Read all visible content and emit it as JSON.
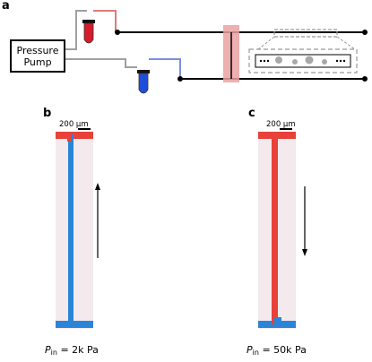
{
  "panel_a": {
    "label": "a",
    "pump_line1": "Pressure",
    "pump_line2": "Pump"
  },
  "panel_b": {
    "label": "b",
    "scale_bar": "200 µm",
    "caption_symbol": "P",
    "caption_sub": "in",
    "caption_value": "= 2k Pa",
    "flow_direction": "up"
  },
  "panel_c": {
    "label": "c",
    "scale_bar": "200 µm",
    "caption_symbol": "P",
    "caption_sub": "in",
    "caption_value": "= 50k Pa",
    "flow_direction": "down"
  },
  "colors": {
    "red_fluid": "#e8413a",
    "blue_fluid": "#2a85d8",
    "grey_tubing": "#a0a0a0",
    "highlight": "#eaa1a1",
    "channel_bg": "#f4e9ec"
  }
}
